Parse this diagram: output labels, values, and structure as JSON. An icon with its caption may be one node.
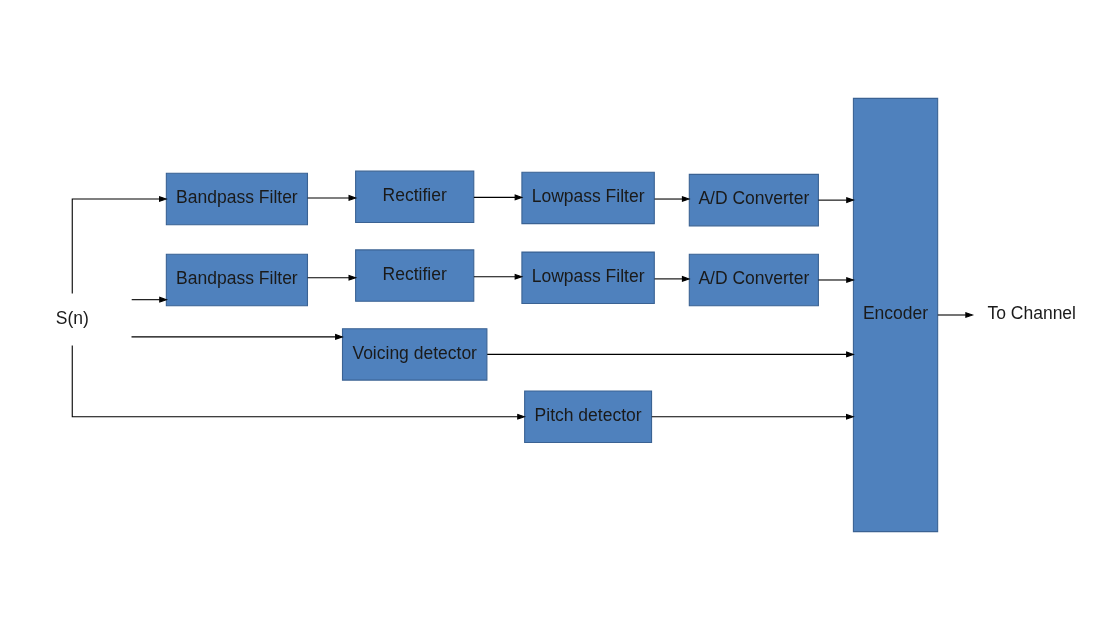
{
  "diagram": {
    "nodes": [
      {
        "text": [
          "S(n)"
        ]
      },
      {
        "text": [
          "Bandpass Filter"
        ]
      },
      {
        "text": [
          "Rectifier"
        ]
      },
      {
        "text": [
          "Lowpass Filter"
        ]
      },
      {
        "text": [
          "A/D Converter"
        ]
      },
      {
        "text": [
          "Bandpass Filter"
        ]
      },
      {
        "text": [
          "Rectifier"
        ]
      },
      {
        "text": [
          "Lowpass Filter"
        ]
      },
      {
        "text": [
          "A/D Converter"
        ]
      },
      {
        "text": [
          "Voicing detector"
        ]
      },
      {
        "text": [
          "Pitch detector"
        ]
      },
      {
        "text": [
          "Encoder"
        ]
      },
      {
        "text": [
          "To Channel"
        ]
      }
    ],
    "edges": [
      {
        "from": 0,
        "to": 1,
        "arrow": "to"
      },
      {
        "from": 0,
        "to": 5,
        "arrow": "to"
      },
      {
        "from": 0,
        "to": 9,
        "arrow": "to"
      },
      {
        "from": 0,
        "to": 10,
        "arrow": "to"
      },
      {
        "from": 1,
        "to": 2,
        "arrow": "to"
      },
      {
        "from": 2,
        "to": 3,
        "arrow": "to"
      },
      {
        "from": 3,
        "to": 4,
        "arrow": "to"
      },
      {
        "from": 4,
        "to": 11,
        "arrow": "to"
      },
      {
        "from": 5,
        "to": 6,
        "arrow": "to"
      },
      {
        "from": 6,
        "to": 7,
        "arrow": "to"
      },
      {
        "from": 7,
        "to": 8,
        "arrow": "to"
      },
      {
        "from": 8,
        "to": 11,
        "arrow": "to"
      },
      {
        "from": 9,
        "to": 11,
        "arrow": "to"
      },
      {
        "from": 10,
        "to": 11,
        "arrow": "to"
      },
      {
        "from": 11,
        "to": 12,
        "arrow": "to"
      }
    ]
  }
}
